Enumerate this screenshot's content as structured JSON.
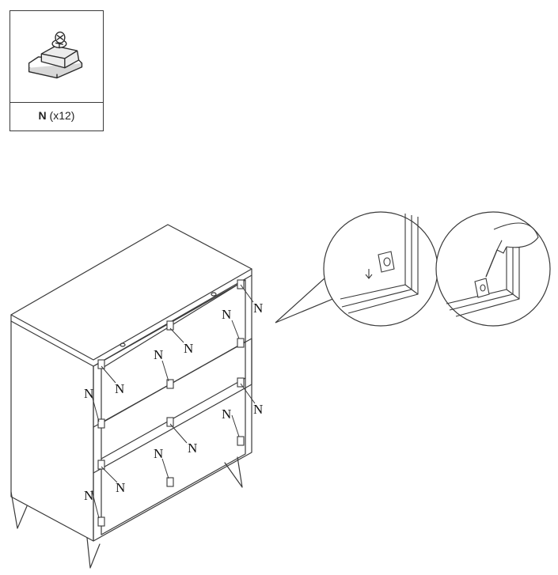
{
  "parts": {
    "letter": "N",
    "quantity": "(x12)",
    "icon": "cam-lock-fitting-icon"
  },
  "callout_label": "N",
  "colors": {
    "line": "#3a3a3a",
    "background": "#ffffff"
  }
}
